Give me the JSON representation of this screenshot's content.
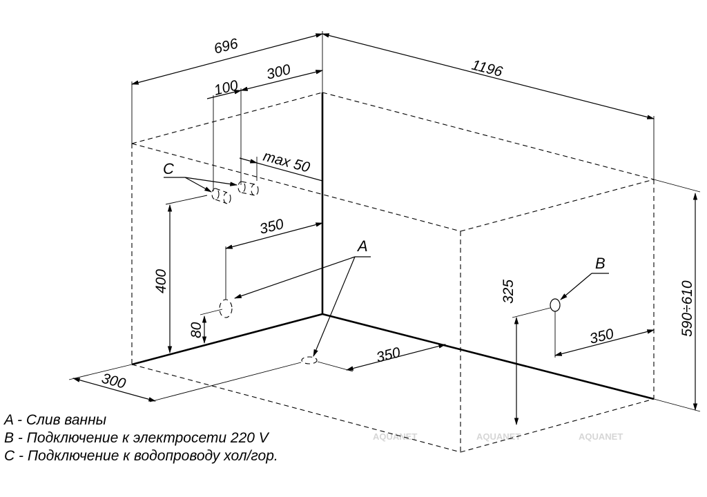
{
  "dimensions": {
    "d696": "696",
    "d300_top": "300",
    "d100": "100",
    "d1196": "1196",
    "max50": "max  50",
    "d350_wall": "350",
    "d400": "400",
    "d80": "80",
    "d350_floor": "350",
    "d300_bottom": "300",
    "d325": "325",
    "d350_right": "350",
    "d590_610": "590÷610"
  },
  "markers": {
    "a": "A",
    "b": "B",
    "c": "C"
  },
  "legend": [
    "A - Слив ванны",
    "B - Подключение к электросети 220 V",
    "C - Подключение к водопроводу хол/гор."
  ],
  "watermark": "AQUANET"
}
